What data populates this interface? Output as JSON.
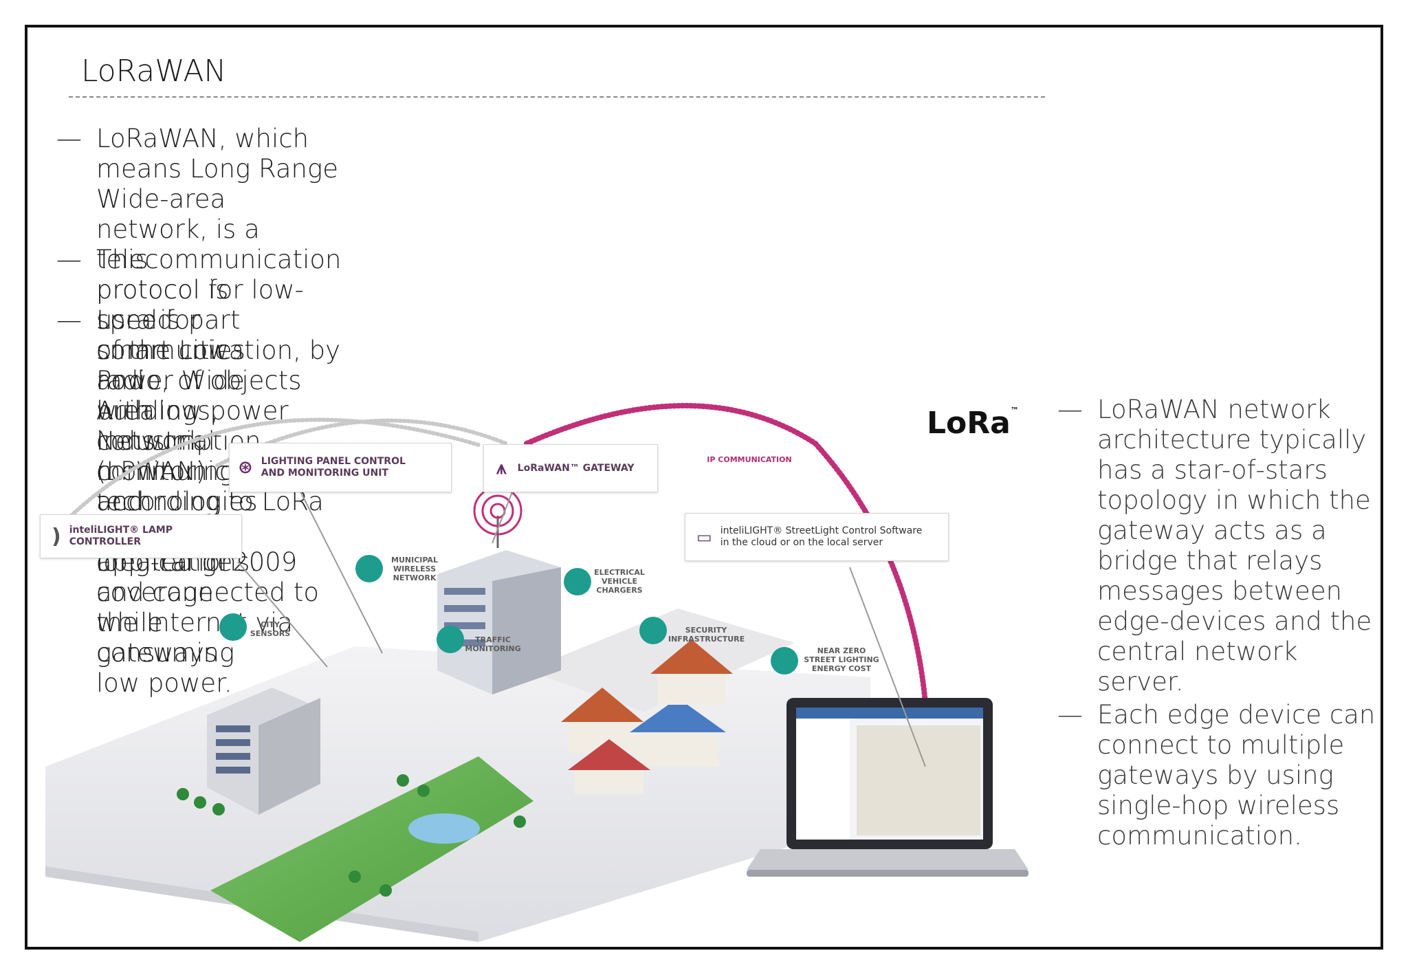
{
  "title": "LoRaWAN",
  "bullets": [
    {
      "dash": "—",
      "lines": [
        "LoRaWAN, which means Long Range Wide-area network, is a telecommunication protocol for low-speed",
        "communication, by radio, of objects with low power consumption communicating according to LoRa",
        "technology created in 2009 and connected to the Internet via gateways"
      ]
    },
    {
      "dash": "—",
      "lines": [
        "This protocol is used for smart cities and buildings, industrial monitoring and agricultural applications."
      ]
    },
    {
      "dash": "—",
      "lines": [
        "Lora is part of the Low Power Wide Area Network (LPWAN) technologies that allow long-range coverage while",
        "consuming low power."
      ]
    }
  ],
  "side_bullets": [
    {
      "dash": "—",
      "lines": [
        "LoRaWAN network",
        "architecture typically",
        "has a star-of-stars",
        "topology in which the",
        "gateway acts as a",
        "bridge that relays",
        "messages between",
        "edge-devices and the",
        "central network server."
      ]
    },
    {
      "dash": "—",
      "lines": [
        "Each edge device can",
        "connect to multiple",
        "gateways by using",
        "single-hop wireless",
        "communication."
      ]
    }
  ],
  "logo": {
    "text": "LoRa",
    "tm": "™"
  },
  "diagram": {
    "labels": {
      "lamp": "inteliLIGHT® LAMP CONTROLLER",
      "panel": [
        "LIGHTING PANEL CONTROL",
        "AND MONITORING UNIT"
      ],
      "gateway": "LoRaWAN™ GATEWAY",
      "ip": "IP COMMUNICATION",
      "software": [
        "inteliLIGHT® StreetLight Control Software",
        "in the cloud or on the local server"
      ],
      "municipal": [
        "MUNICIPAL",
        "WIRELESS",
        "NETWORK"
      ],
      "ev": [
        "ELECTRICAL",
        "VEHICLE",
        "CHARGERS"
      ],
      "city": [
        "CITY",
        "SENSORS"
      ],
      "traffic": [
        "TRAFFIC",
        "MONITORING"
      ],
      "security": [
        "SECURITY",
        "INFRASTRUCTURE"
      ],
      "energy": [
        "NEAR ZERO",
        "STREET LIGHTING",
        "ENERGY COST"
      ]
    }
  },
  "colors": {
    "accent": "#b0306e",
    "teal": "#1e9c8e",
    "frame": "#111111"
  }
}
